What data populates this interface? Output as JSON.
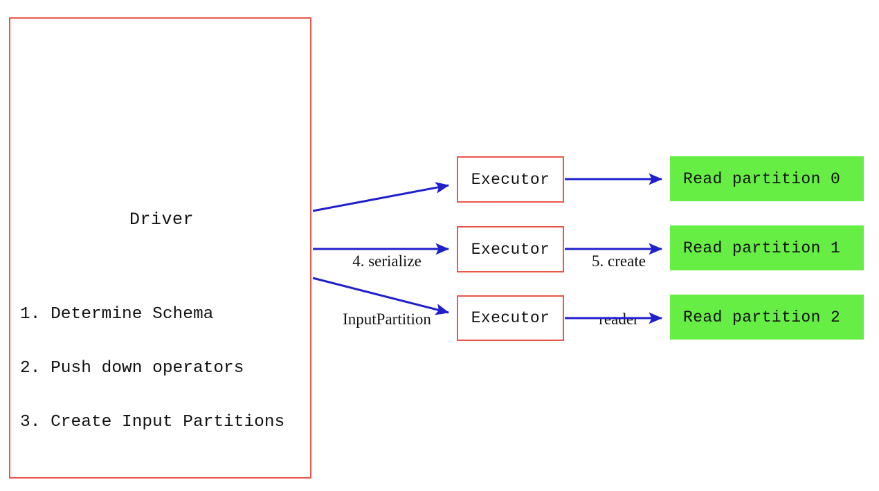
{
  "diagram": {
    "title_text": "Driver",
    "driver": {
      "label": "Driver",
      "steps": [
        "1. Determine Schema",
        "2. Push down operators",
        "3. Create Input Partitions"
      ]
    },
    "executors": [
      {
        "label": "Executor"
      },
      {
        "label": "Executor"
      },
      {
        "label": "Executor"
      }
    ],
    "partitions": [
      {
        "label": "Read partition 0"
      },
      {
        "label": "Read partition 1"
      },
      {
        "label": "Read partition 2"
      }
    ],
    "edge_labels": {
      "serialize": "4. serialize\nInputPartition",
      "serialize_line1": "4. serialize",
      "serialize_line2": "InputPartition",
      "create": "5. create\nreader",
      "create_line1": "5. create",
      "create_line2": "reader"
    },
    "colors": {
      "box_border_red": "#ea564c",
      "partition_green": "#66ee44",
      "arrow_blue": "#1f1fcc",
      "text_black": "#111111",
      "background": "#ffffff"
    }
  }
}
